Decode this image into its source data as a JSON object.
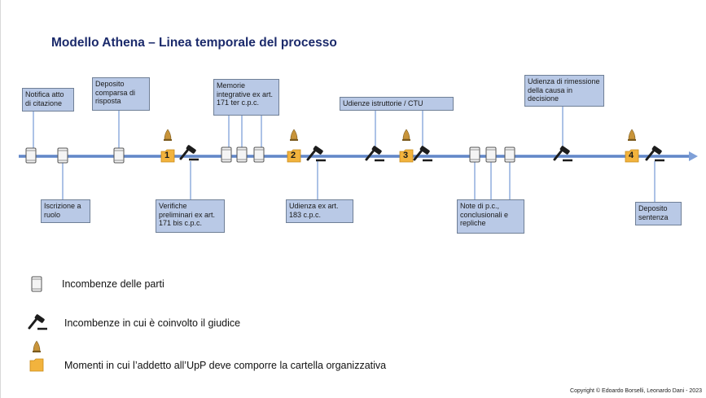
{
  "title": "Modello Athena – Linea temporale del processo",
  "markers": {
    "m1": "1",
    "m2": "2",
    "m3": "3",
    "m4": "4"
  },
  "boxes": {
    "notifica": "Notifica atto di citazione",
    "deposito_comparsa": "Deposito comparsa di risposta",
    "memorie": "Memorie integrative ex art. 171 ter c.p.c.",
    "udienze_istruttorie": "Udienze istruttorie / CTU",
    "udienza_rimessione": "Udienza di rimessione della causa in decisione",
    "iscrizione": "Iscrizione a ruolo",
    "verifiche": "Verifiche preliminari ex art. 171 bis c.p.c.",
    "udienza_183": "Udienza ex art. 183 c.p.c.",
    "note_pc": "Note di p.c., conclusionali e repliche",
    "deposito_sentenza": "Deposito sentenza"
  },
  "legend": {
    "parti": "Incombenze delle parti",
    "giudice": "Incombenze in cui è coinvolto il giudice",
    "upp": "Momenti in cui l’addetto all’UpP deve comporre la cartella organizzativa"
  },
  "copyright": "Copyright © Edoardo Borselli, Leonardo Dani - 2023",
  "colors": {
    "title": "#1b2a6b",
    "timeline": "#7fa0d8",
    "box": "#b9c9e6",
    "folder": "#f2b33d",
    "gavel": "#1c1c1c"
  }
}
